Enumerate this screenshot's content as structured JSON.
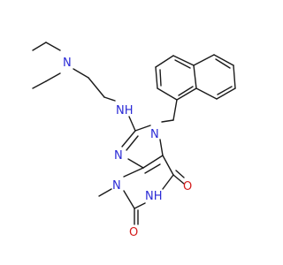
{
  "molecule": {
    "atom_labels": {
      "n_diethyl": "N",
      "nh_linker": "NH",
      "n7": "N",
      "n9": "N",
      "n3": "N",
      "n1_h": "NH",
      "o6": "O",
      "o2": "O"
    },
    "colors": {
      "bond": "#1a1a1a",
      "nitrogen": "#2a2ad6",
      "oxygen": "#d41a1a",
      "background": "#ffffff"
    }
  }
}
